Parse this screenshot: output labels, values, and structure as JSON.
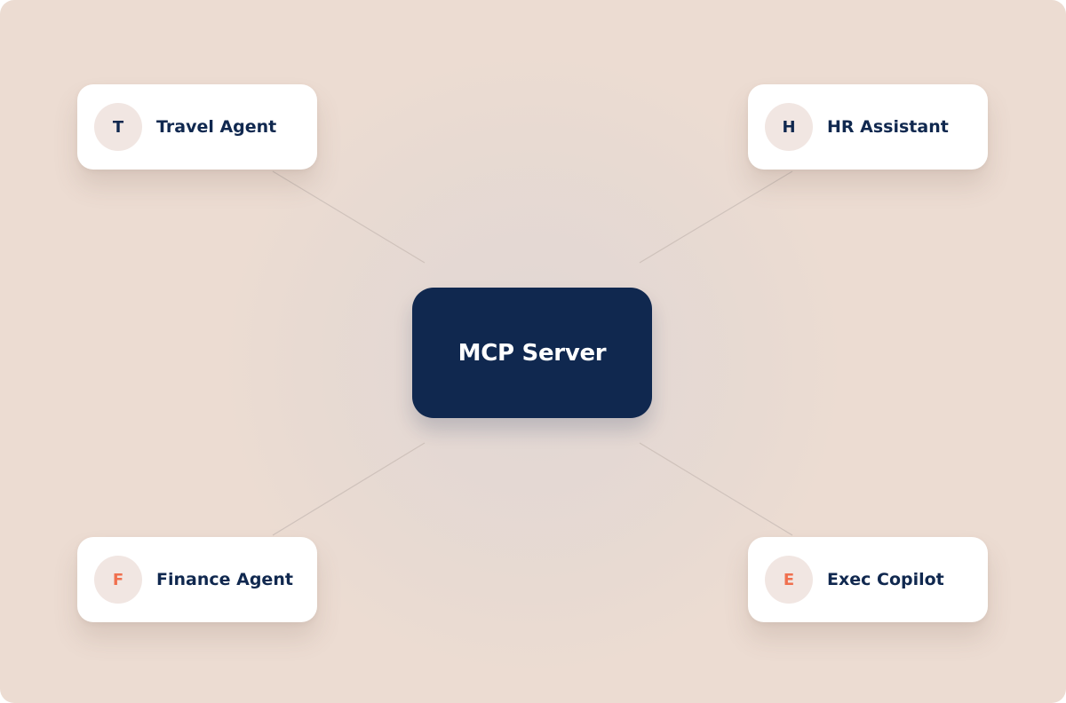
{
  "diagram": {
    "hub": {
      "label": "MCP Server"
    },
    "agents": [
      {
        "initial": "T",
        "label": "Travel Agent",
        "accent": "#10284f"
      },
      {
        "initial": "H",
        "label": "HR Assistant",
        "accent": "#10284f"
      },
      {
        "initial": "F",
        "label": "Finance Agent",
        "accent": "#f0704f"
      },
      {
        "initial": "E",
        "label": "Exec Copilot",
        "accent": "#f0704f"
      }
    ]
  },
  "colors": {
    "background": "#ecdcd2",
    "hub": "#10284f",
    "card": "#ffffff",
    "badge_bg": "#f1e6e2",
    "connector": "#cfc2bb"
  }
}
